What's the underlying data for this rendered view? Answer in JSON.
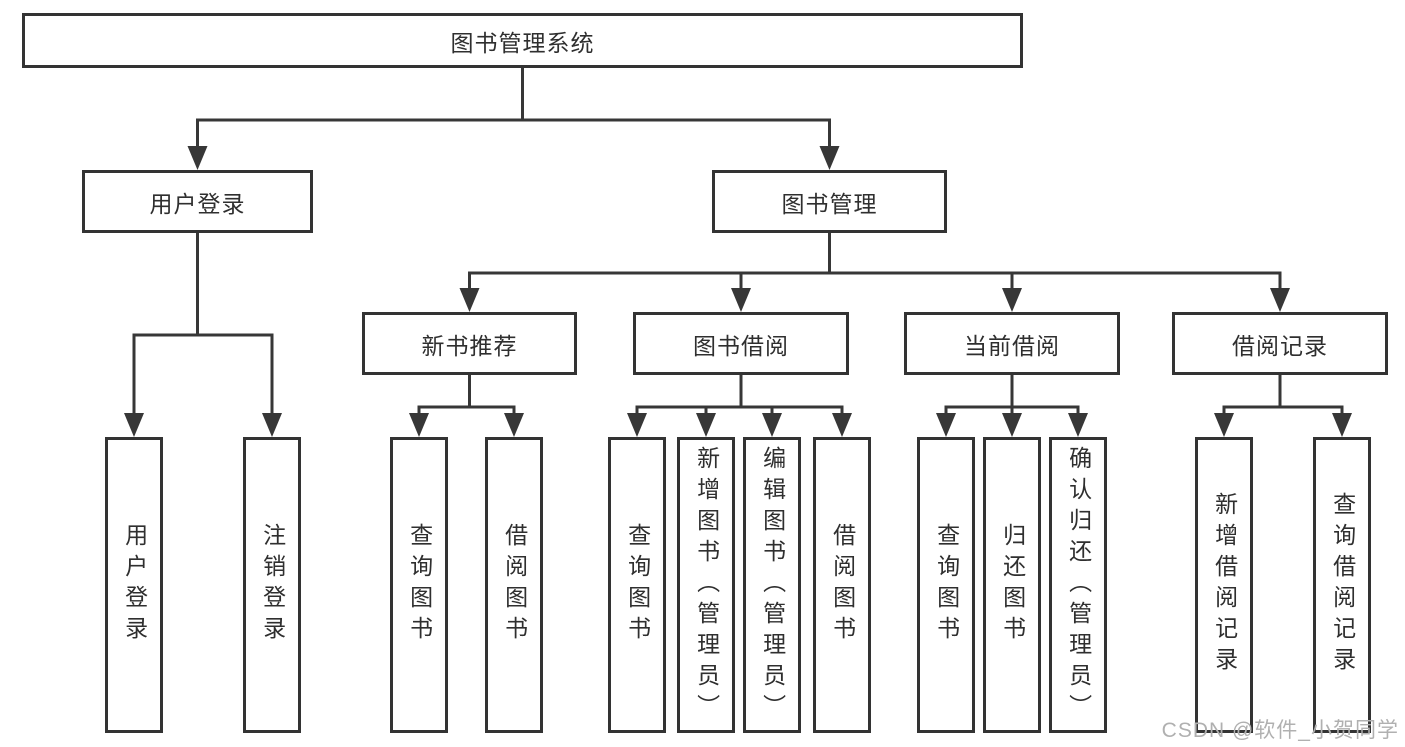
{
  "tree": {
    "label": "图书管理系统",
    "children": [
      {
        "label": "用户登录",
        "children": [
          {
            "label": "用户登录"
          },
          {
            "label": "注销登录"
          }
        ]
      },
      {
        "label": "图书管理",
        "children": [
          {
            "label": "新书推荐",
            "children": [
              {
                "label": "查询图书"
              },
              {
                "label": "借阅图书"
              }
            ]
          },
          {
            "label": "图书借阅",
            "children": [
              {
                "label": "查询图书"
              },
              {
                "label": "新增图书（管理员）"
              },
              {
                "label": "编辑图书（管理员）"
              },
              {
                "label": "借阅图书"
              }
            ]
          },
          {
            "label": "当前借阅",
            "children": [
              {
                "label": "查询图书"
              },
              {
                "label": "归还图书"
              },
              {
                "label": "确认归还（管理员）"
              }
            ]
          },
          {
            "label": "借阅记录",
            "children": [
              {
                "label": "新增借阅记录"
              },
              {
                "label": "查询借阅记录"
              }
            ]
          }
        ]
      }
    ]
  },
  "watermark": {
    "text": "CSDN @软件_小贺同学"
  },
  "colors": {
    "line": "#373737",
    "box_border": "#333333",
    "text": "#2f2f2f",
    "background": "#ffffff",
    "watermark": "#b0b0b0"
  }
}
